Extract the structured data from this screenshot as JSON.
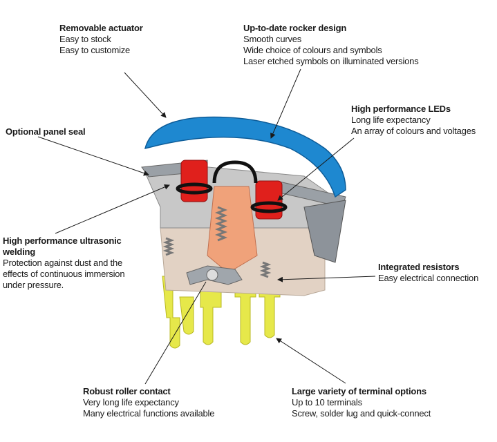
{
  "callouts": {
    "actuator": {
      "title": "Removable actuator",
      "lines": [
        "Easy to stock",
        "Easy to customize"
      ]
    },
    "rocker": {
      "title": "Up-to-date rocker design",
      "lines": [
        "Smooth curves",
        "Wide choice of colours and symbols",
        "Laser etched symbols on illuminated versions"
      ]
    },
    "leds": {
      "title": "High performance LEDs",
      "lines": [
        "Long life expectancy",
        "An array of colours and voltages"
      ]
    },
    "seal": {
      "title": "Optional panel seal",
      "lines": []
    },
    "welding": {
      "title": [
        "High performance ultrasonic",
        "welding"
      ],
      "lines": [
        "Protection against dust and the",
        "effects of continuous immersion",
        "under pressure."
      ]
    },
    "resistors": {
      "title": "Integrated resistors",
      "lines": [
        "Easy electrical connection"
      ]
    },
    "roller": {
      "title": "Robust roller contact",
      "lines": [
        "Very long life expectancy",
        "Many electrical functions available"
      ]
    },
    "terminals": {
      "title": "Large variety of terminal options",
      "lines": [
        "Up to 10 terminals",
        "Screw, solder lug and quick-connect"
      ]
    }
  },
  "colors": {
    "rocker": "#1e88d0",
    "led": "#e0201c",
    "housing": "#e2d2c4",
    "terminal": "#e6e84a",
    "frame": "#9aa0a6",
    "plunger": "#f0a27a"
  }
}
